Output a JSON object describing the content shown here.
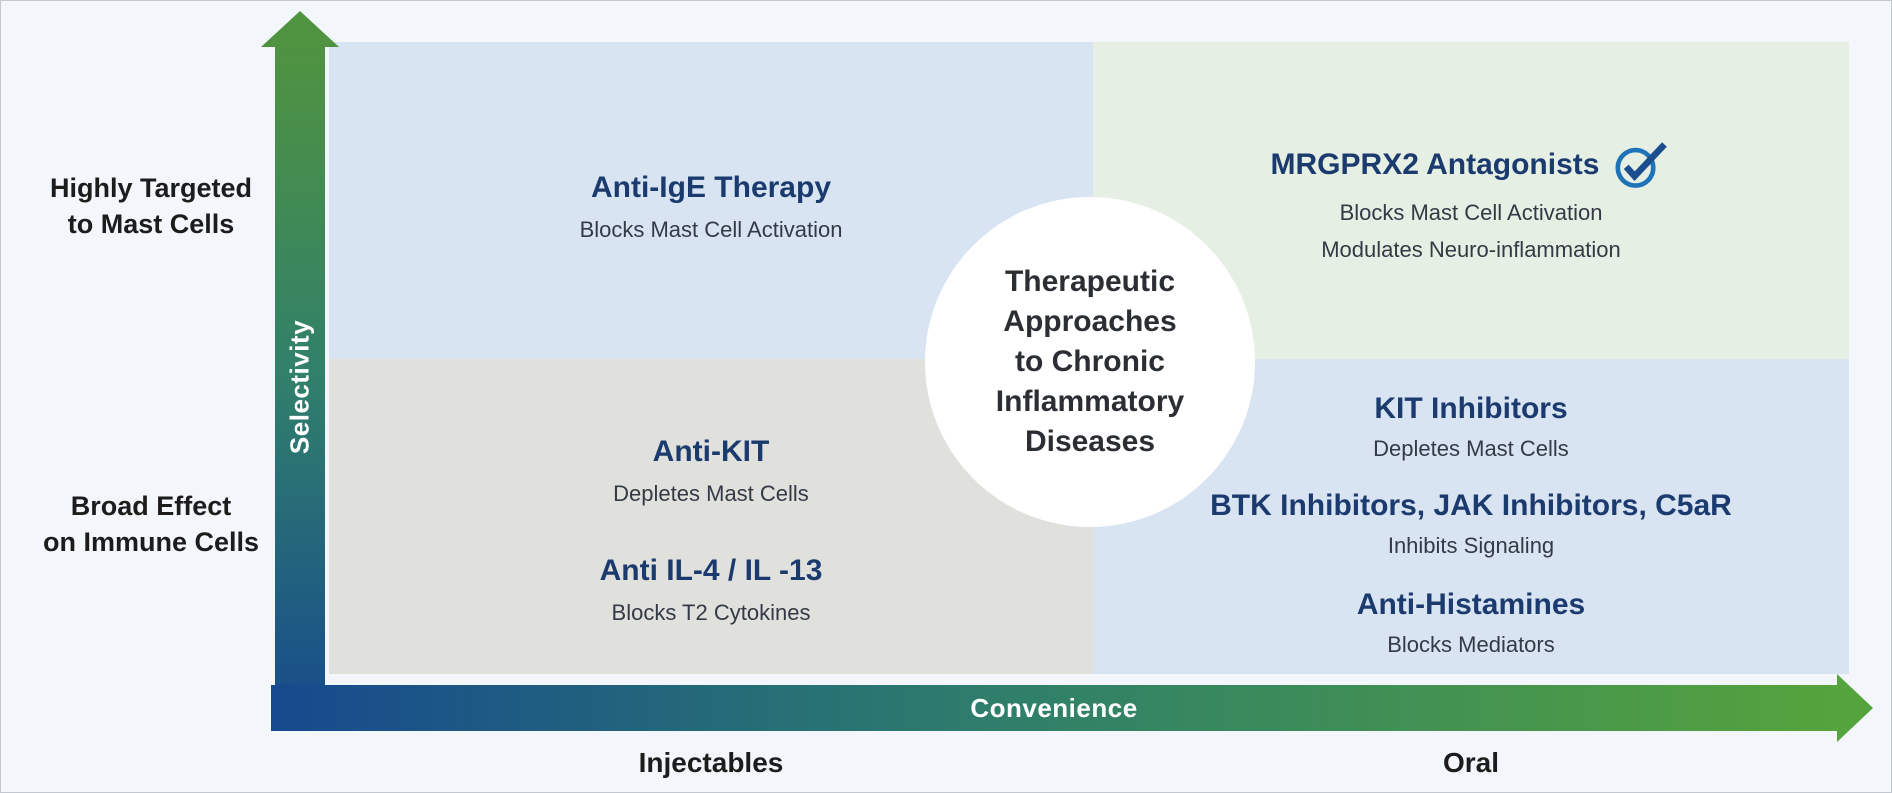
{
  "axes": {
    "y_label": "Selectivity",
    "x_label": "Convenience",
    "y_top_label": "Highly Targeted\nto Mast Cells",
    "y_bottom_label": "Broad Effect\non Immune Cells",
    "x_left_label": "Injectables",
    "x_right_label": "Oral"
  },
  "center": {
    "text": "Therapeutic\nApproaches\nto Chronic\nInflammatory\nDiseases"
  },
  "quadrants": {
    "top_left": {
      "items": [
        {
          "title": "Anti-IgE Therapy",
          "lines": [
            "Blocks Mast Cell Activation"
          ]
        }
      ]
    },
    "top_right": {
      "items": [
        {
          "title": "MRGPRX2 Antagonists",
          "icon": "check-circle-icon",
          "lines": [
            "Blocks Mast Cell Activation",
            "Modulates Neuro-inflammation"
          ]
        }
      ]
    },
    "bottom_left": {
      "items": [
        {
          "title": "Anti-KIT",
          "lines": [
            "Depletes Mast Cells"
          ]
        },
        {
          "title": "Anti IL-4 / IL -13",
          "lines": [
            "Blocks T2 Cytokines"
          ]
        }
      ]
    },
    "bottom_right": {
      "items": [
        {
          "title": "KIT Inhibitors",
          "lines": [
            "Depletes Mast Cells"
          ]
        },
        {
          "title": "BTK Inhibitors, JAK Inhibitors, C5aR",
          "lines": [
            "Inhibits Signaling"
          ]
        },
        {
          "title": "Anti-Histamines",
          "lines": [
            "Blocks Mediators"
          ]
        }
      ]
    }
  },
  "colors": {
    "quadrant_blue": "#d9e4f3",
    "quadrant_green": "#e5efe3",
    "quadrant_gray": "#e0e0dd",
    "title_navy": "#1b3a6e",
    "axis_green": "#4f9340",
    "axis_blue": "#16498e",
    "check_circle_blue": "#1e72b8",
    "check_mark_navy": "#1c4e8f",
    "background": "#f3f6fa"
  }
}
